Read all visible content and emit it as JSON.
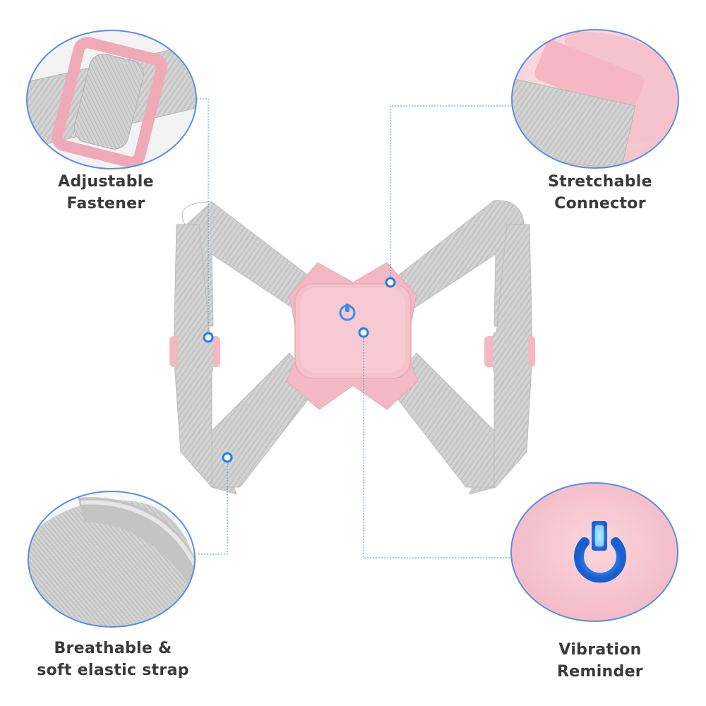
{
  "features": [
    {
      "line1": "Adjustable",
      "line2": "Fastener"
    },
    {
      "line1": "Stretchable",
      "line2": "Connector"
    },
    {
      "line1": "Breathable &",
      "line2": "soft elastic strap"
    },
    {
      "line1": "Vibration",
      "line2": "Reminder"
    }
  ],
  "colors": {
    "strap": "#cfcfcf",
    "strap_dark": "#b8b8b8",
    "pink": "#f2b9c4",
    "pink_light": "#f8d0d8",
    "leader": "#3a9bd5",
    "circle_border": "#5b8fe0",
    "indicator": "#1e7fe6"
  },
  "icons": [
    "power-icon",
    "callout-dot-icon"
  ]
}
